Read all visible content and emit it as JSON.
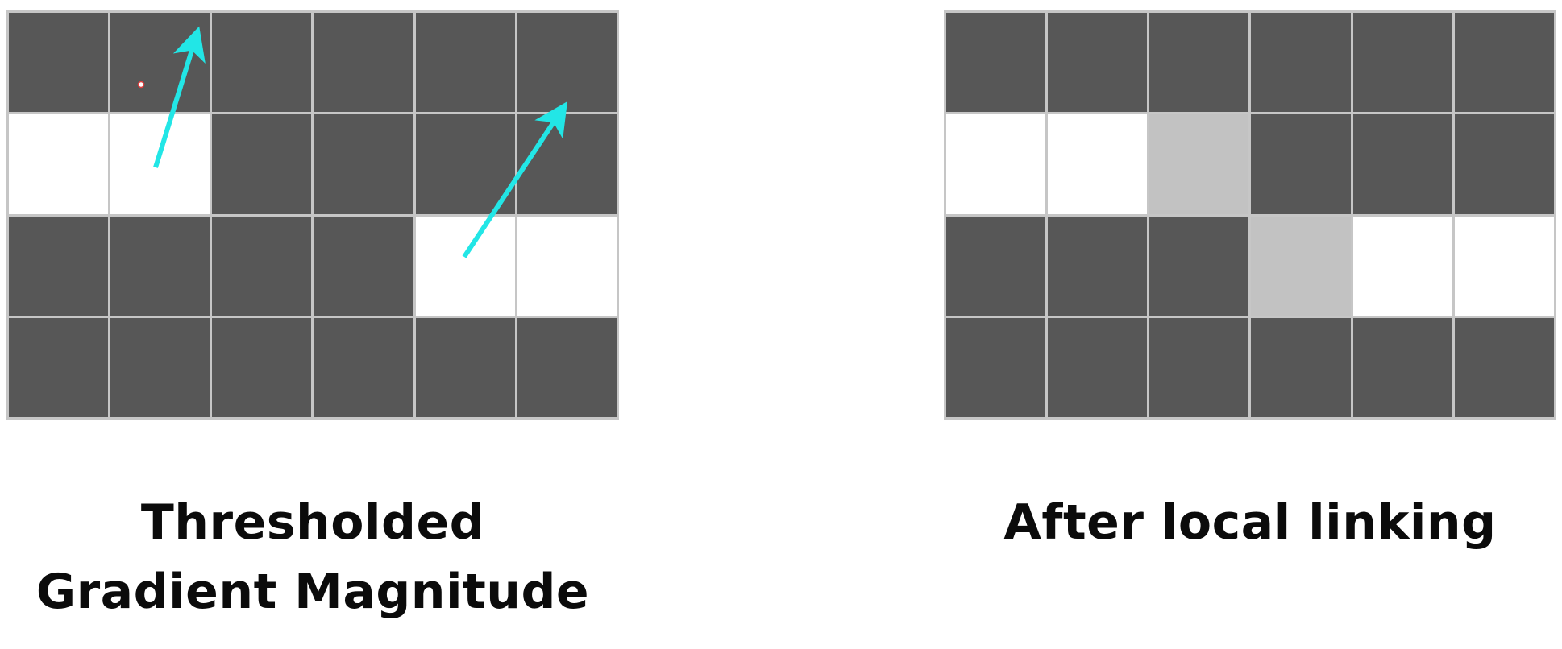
{
  "panels": [
    {
      "caption": [
        "Thresholded",
        "Gradient Magnitude"
      ],
      "grid": [
        [
          "dark",
          "dark",
          "dark",
          "dark",
          "dark",
          "dark"
        ],
        [
          "white",
          "white",
          "dark",
          "dark",
          "dark",
          "dark"
        ],
        [
          "dark",
          "dark",
          "dark",
          "dark",
          "white",
          "white"
        ],
        [
          "dark",
          "dark",
          "dark",
          "dark",
          "dark",
          "dark"
        ]
      ]
    },
    {
      "caption": [
        "After local linking"
      ],
      "grid": [
        [
          "dark",
          "dark",
          "dark",
          "dark",
          "dark",
          "dark"
        ],
        [
          "white",
          "white",
          "gray",
          "dark",
          "dark",
          "dark"
        ],
        [
          "dark",
          "dark",
          "dark",
          "gray",
          "white",
          "white"
        ],
        [
          "dark",
          "dark",
          "dark",
          "dark",
          "dark",
          "dark"
        ]
      ]
    }
  ],
  "colors": {
    "dark": "#575757",
    "white": "#ffffff",
    "gray": "#c2c2c2",
    "arrow": "#22e6e6",
    "marker": "#e23c3c"
  },
  "arrows": {
    "icon": "gradient-direction-arrow-icon"
  }
}
